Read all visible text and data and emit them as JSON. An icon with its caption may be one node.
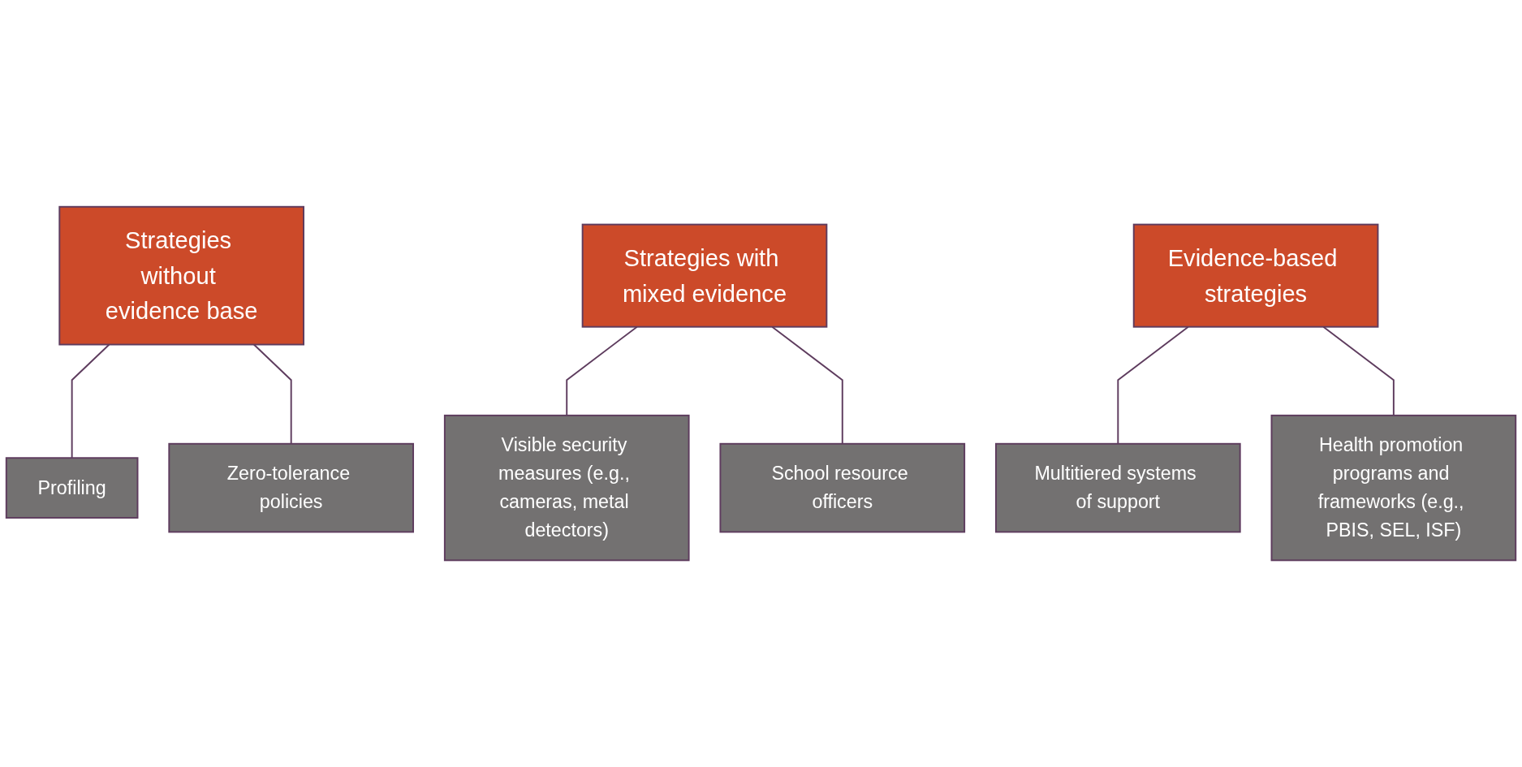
{
  "diagram": {
    "nodes": [
      {
        "text": [
          "Strategies without evidence base"
        ]
      },
      {
        "text": [
          "Strategies with mixed evidence"
        ]
      },
      {
        "text": [
          "Evidence-based strategies"
        ]
      },
      {
        "text": [
          "Profiling"
        ]
      },
      {
        "text": [
          "Visible security measures (e.g., cameras, metal detectors)"
        ]
      },
      {
        "text": [
          "Multitiered systems of support"
        ]
      },
      {
        "text": [
          "Zero-tolerance policies"
        ]
      },
      {
        "text": [
          "School resource officers"
        ]
      },
      {
        "text": [
          "Health promotion programs and frameworks (e.g., PBIS, SEL, ISF)"
        ]
      }
    ],
    "edges": [
      {
        "from": 0,
        "to": 3,
        "arrow": "none"
      },
      {
        "from": 0,
        "to": 6,
        "arrow": "none"
      },
      {
        "from": 1,
        "to": 4,
        "arrow": "none"
      },
      {
        "from": 1,
        "to": 7,
        "arrow": "none"
      },
      {
        "from": 2,
        "to": 5,
        "arrow": "none"
      },
      {
        "from": 2,
        "to": 8,
        "arrow": "none"
      }
    ]
  }
}
